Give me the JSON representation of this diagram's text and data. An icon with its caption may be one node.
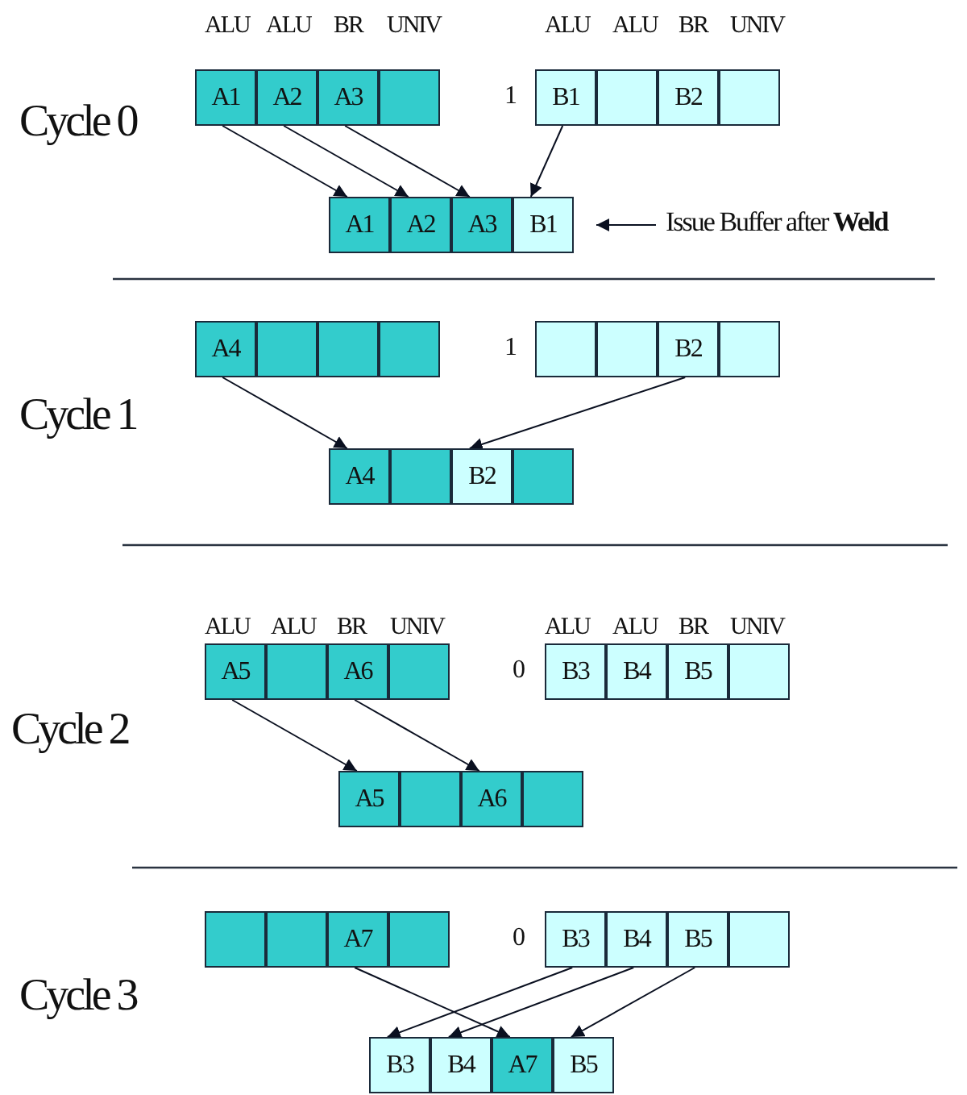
{
  "diagram": {
    "nodes": [
      {
        "text": [
          "A1"
        ]
      },
      {
        "text": [
          "A2"
        ]
      },
      {
        "text": [
          "A3"
        ]
      },
      {
        "text": [],
        "shape": "box"
      },
      {
        "text": [
          "B1"
        ]
      },
      {
        "text": [],
        "shape": "box"
      },
      {
        "text": [
          "B2"
        ]
      },
      {
        "text": [],
        "shape": "box"
      },
      {
        "text": [
          "A1"
        ]
      },
      {
        "text": [
          "A2"
        ]
      },
      {
        "text": [
          "A3"
        ]
      },
      {
        "text": [
          "B1"
        ]
      },
      {
        "text": [
          "Issue Buffer after **Weld**"
        ]
      },
      {
        "text": [
          "A4"
        ]
      },
      {
        "text": [],
        "shape": "box"
      },
      {
        "text": [],
        "shape": "box"
      },
      {
        "text": [],
        "shape": "box"
      },
      {
        "text": [],
        "shape": "box"
      },
      {
        "text": [],
        "shape": "box"
      },
      {
        "text": [
          "B2"
        ]
      },
      {
        "text": [],
        "shape": "box"
      },
      {
        "text": [
          "A4"
        ]
      },
      {
        "text": [],
        "shape": "box"
      },
      {
        "text": [
          "B2"
        ]
      },
      {
        "text": [],
        "shape": "box"
      },
      {
        "text": [
          "A5"
        ]
      },
      {
        "text": [],
        "shape": "box"
      },
      {
        "text": [
          "A6"
        ]
      },
      {
        "text": [],
        "shape": "box"
      },
      {
        "text": [
          "B3"
        ]
      },
      {
        "text": [
          "B4"
        ]
      },
      {
        "text": [
          "B5"
        ]
      },
      {
        "text": [],
        "shape": "box"
      },
      {
        "text": [
          "A5"
        ]
      },
      {
        "text": [],
        "shape": "box"
      },
      {
        "text": [
          "A6"
        ]
      },
      {
        "text": [],
        "shape": "box"
      },
      {
        "text": [],
        "shape": "box"
      },
      {
        "text": [],
        "shape": "box"
      },
      {
        "text": [
          "A7"
        ]
      },
      {
        "text": [],
        "shape": "box"
      },
      {
        "text": [
          "B3"
        ]
      },
      {
        "text": [
          "B4"
        ]
      },
      {
        "text": [
          "B5"
        ]
      },
      {
        "text": [],
        "shape": "box"
      },
      {
        "text": [
          "B3"
        ]
      },
      {
        "text": [
          "B4"
        ]
      },
      {
        "text": [
          "A7"
        ]
      },
      {
        "text": [
          "B5"
        ]
      }
    ],
    "edges": [
      {
        "from": 0,
        "to": 8,
        "arrow": "to"
      },
      {
        "from": 1,
        "to": 9,
        "arrow": "to"
      },
      {
        "from": 2,
        "to": 10,
        "arrow": "to"
      },
      {
        "from": 4,
        "to": 11,
        "arrow": "to"
      },
      {
        "from": 12,
        "to": 11,
        "arrow": "to"
      },
      {
        "from": 13,
        "to": 21,
        "arrow": "to"
      },
      {
        "from": 19,
        "to": 23,
        "arrow": "to"
      },
      {
        "from": 25,
        "to": 33,
        "arrow": "to"
      },
      {
        "from": 27,
        "to": 35,
        "arrow": "to"
      },
      {
        "from": 39,
        "to": 47,
        "arrow": "to"
      },
      {
        "from": 41,
        "to": 45,
        "arrow": "to"
      },
      {
        "from": 42,
        "to": 46,
        "arrow": "to"
      },
      {
        "from": 43,
        "to": 48,
        "arrow": "to"
      }
    ],
    "labels": [
      "ALU",
      "ALU",
      "BR",
      "UNIV",
      "ALU",
      "ALU",
      "BR",
      "UNIV",
      "1",
      "Cycle 0",
      "1",
      "Cycle 1",
      "ALU",
      "ALU",
      "BR",
      "UNIV",
      "ALU",
      "ALU",
      "BR",
      "UNIV",
      "0",
      "Cycle 2",
      "0",
      "Cycle 3"
    ]
  }
}
